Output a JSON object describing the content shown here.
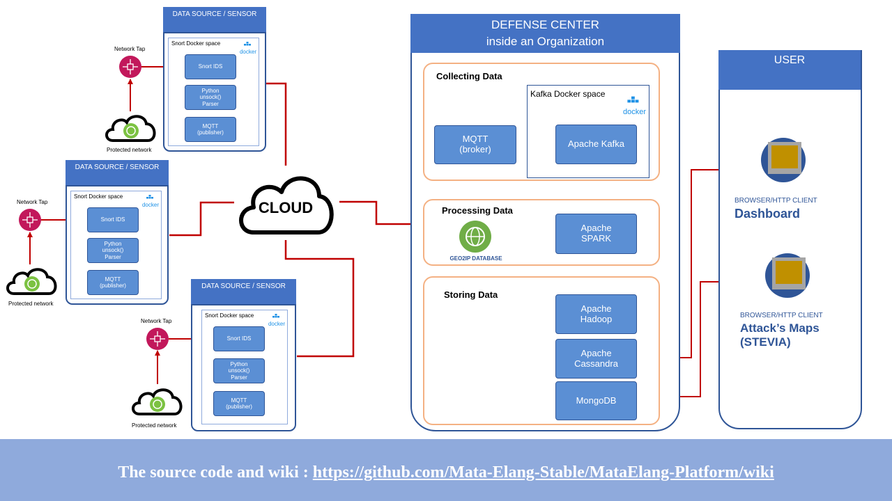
{
  "sensors": [
    {
      "header": "DATA SOURCE / SENSOR",
      "space_label": "Snort Docker space",
      "docker_label": "docker",
      "boxes": [
        "Snort IDS",
        "Python\nunsock()\nParser",
        "MQTT\n(publisher)"
      ],
      "tap_label": "Network Tap",
      "network_label": "Protected network"
    },
    {
      "header": "DATA SOURCE / SENSOR",
      "space_label": "Snort Docker space",
      "docker_label": "docker",
      "boxes": [
        "Snort IDS",
        "Python\nunsock()\nParser",
        "MQTT\n(publisher)"
      ],
      "tap_label": "Network Tap",
      "network_label": "Protected network"
    },
    {
      "header": "DATA SOURCE / SENSOR",
      "space_label": "Snort Docker space",
      "docker_label": "docker",
      "boxes": [
        "Snort IDS",
        "Python\nunsock()\nParser",
        "MQTT\n(publisher)"
      ],
      "tap_label": "Network Tap",
      "network_label": "Protected network"
    }
  ],
  "cloud": {
    "label": "CLOUD"
  },
  "defense": {
    "header_line1": "DEFENSE CENTER",
    "header_line2": "inside an Organization",
    "collecting": {
      "title": "Collecting Data",
      "kafka_space": "Kafka Docker space",
      "docker_label": "docker",
      "mqtt_broker": "MQTT\n(broker)",
      "kafka": "Apache Kafka"
    },
    "processing": {
      "title": "Processing Data",
      "geoip": "GEO2IP DATABASE",
      "spark": "Apache\nSPARK"
    },
    "storing": {
      "title": "Storing Data",
      "hadoop": "Apache\nHadoop",
      "cassandra": "Apache\nCassandra",
      "mongodb": "MongoDB"
    }
  },
  "user": {
    "header": "USER",
    "client1_caption": "BROWSER/HTTP  CLIENT",
    "client1_name": "Dashboard",
    "client2_caption": "BROWSER/HTTP  CLIENT",
    "client2_name": "Attack’s Maps\n(STEVIA)"
  },
  "footer": {
    "prefix": "The source code and wiki : ",
    "link": "https://github.com/Mata-Elang-Stable/MataElang-Platform/wiki"
  },
  "colors": {
    "header_blue": "#4472c4",
    "box_blue": "#5b8fd4",
    "arrow_red": "#c00000",
    "section_orange": "#f4b183",
    "footer_blue": "#8faadc",
    "tap_pink": "#c2185b",
    "network_green": "#7cc242",
    "geoip_green": "#70ad47"
  }
}
